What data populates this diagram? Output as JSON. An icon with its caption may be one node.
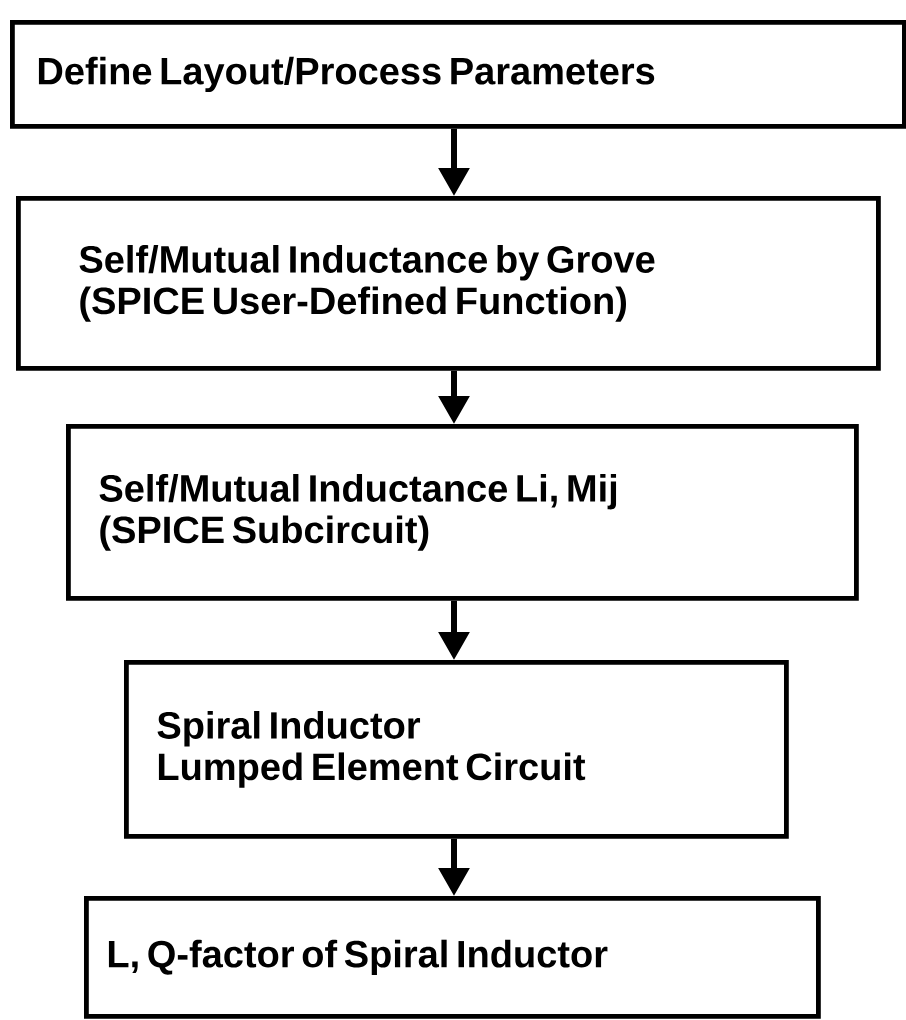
{
  "diagram": {
    "nodes": [
      {
        "text": [
          "Define Layout/Process Parameters"
        ]
      },
      {
        "text": [
          "Self/Mutual Inductance by Grove",
          "(SPICE User-Defined Function)"
        ]
      },
      {
        "text": [
          "Self/Mutual Inductance Li, Mij",
          "(SPICE Subcircuit)"
        ]
      },
      {
        "text": [
          "Spiral Inductor",
          "Lumped Element Circuit"
        ]
      },
      {
        "text": [
          "L, Q-factor of Spiral Inductor"
        ]
      }
    ],
    "edges": [
      {
        "from": 0,
        "to": 1,
        "arrow": "to"
      },
      {
        "from": 1,
        "to": 2,
        "arrow": "to"
      },
      {
        "from": 2,
        "to": 3,
        "arrow": "to"
      },
      {
        "from": 3,
        "to": 4,
        "arrow": "to"
      }
    ]
  }
}
